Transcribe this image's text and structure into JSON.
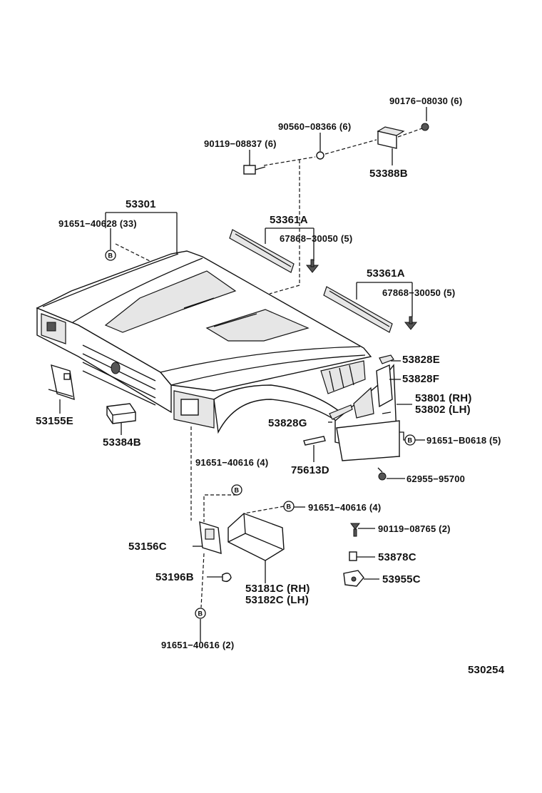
{
  "diagram_id": "530254",
  "fastener_symbol": "B",
  "labels": {
    "p90176": "90176−08030 (6)",
    "p90560": "90560−08366 (6)",
    "p90119a": "90119−08837 (6)",
    "p53388B": "53388B",
    "p53301": "53301",
    "p91651a": "91651−40628 (33)",
    "p53361A_1": "53361A",
    "p67868_1": "67868−30050 (5)",
    "p53361A_2": "53361A",
    "p67868_2": "67868−30050 (5)",
    "p53828E": "53828E",
    "p53828F": "53828F",
    "p53801": "53801 (RH)",
    "p53802": "53802 (LH)",
    "p53828G": "53828G",
    "p91651b": "91651−B0618 (5)",
    "p53155E": "53155E",
    "p53384B": "53384B",
    "p75613D": "75613D",
    "p62955": "62955−95700",
    "p91651c": "91651−40616 (4)",
    "p91651d": "91651−40616 (4)",
    "p90119b": "90119−08765 (2)",
    "p53156C": "53156C",
    "p53878C": "53878C",
    "p53196B": "53196B",
    "p53955C": "53955C",
    "p53181C": "53181C (RH)",
    "p53182C": "53182C (LH)",
    "p91651e": "91651−40616 (2)"
  }
}
